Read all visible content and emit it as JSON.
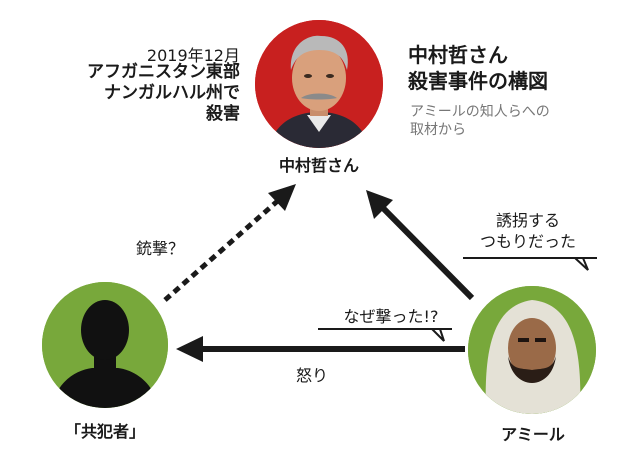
{
  "caption": {
    "date": "2019年12月",
    "place": "アフガニスタン東部\nナンガルハル州で\n殺害"
  },
  "title": {
    "main": "中村哲さん\n殺害事件の構図",
    "source": "アミールの知人らへの\n取材から"
  },
  "people": {
    "nakamura": "中村哲さん",
    "accomplice": "「共犯者」",
    "amir": "アミール"
  },
  "relations": {
    "shoot_question": "銃撃？",
    "anger": "怒り",
    "intended_kidnap": "誘拐する\nつもりだった",
    "why_shot": "なぜ撃った!?"
  },
  "colors": {
    "nakamura_bg": "#c8201f",
    "accomplice_bg": "#78a83b",
    "amir_bg": "#78a83b",
    "arrow": "#1a1a1a"
  }
}
